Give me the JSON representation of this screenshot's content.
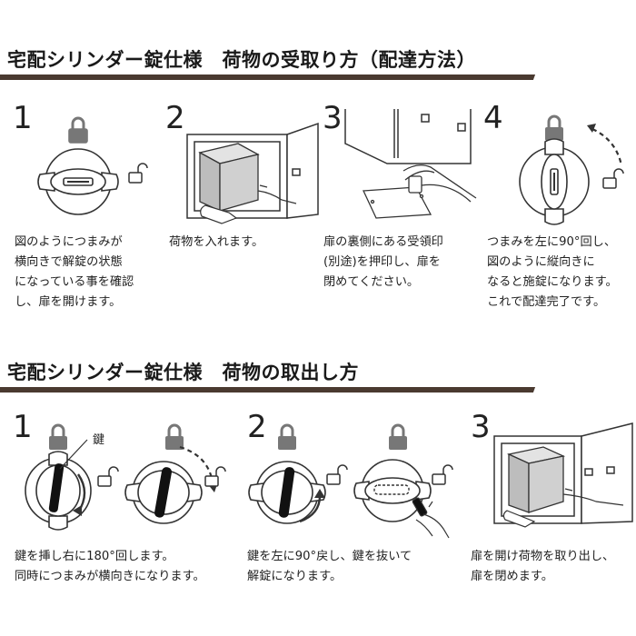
{
  "section1": {
    "title": "宅配シリンダー錠仕様　荷物の受取り方（配達方法）",
    "steps": [
      {
        "num": "1",
        "text": "図のようにつまみが\n横向きで解錠の状態\nになっている事を確認\nし、扉を開けます。"
      },
      {
        "num": "2",
        "text": "荷物を入れます。"
      },
      {
        "num": "3",
        "text": "扉の裏側にある受領印\n(別途)を押印し、扉を\n閉めてください。"
      },
      {
        "num": "4",
        "text": "つまみを左に90°回し、\n図のように縦向きに\nなると施錠になります。\nこれで配達完了です。"
      }
    ]
  },
  "section2": {
    "title": "宅配シリンダー錠仕様　荷物の取出し方",
    "key_label": "鍵",
    "steps": [
      {
        "num": "1",
        "text": "鍵を挿し右に180°回します。\n同時につまみが横向きになります。"
      },
      {
        "num": "2",
        "text": "鍵を左に90°戻し、鍵を抜いて\n解錠になります。"
      },
      {
        "num": "3",
        "text": "扉を開け荷物を取り出し、\n扉を閉めます。"
      }
    ]
  },
  "icons": [
    "padlock-closed-icon",
    "padlock-open-icon",
    "rotation-arrow-icon"
  ],
  "colors": {
    "rule": "#4a3a30",
    "line": "#333333",
    "box": "#d0d0d0"
  }
}
